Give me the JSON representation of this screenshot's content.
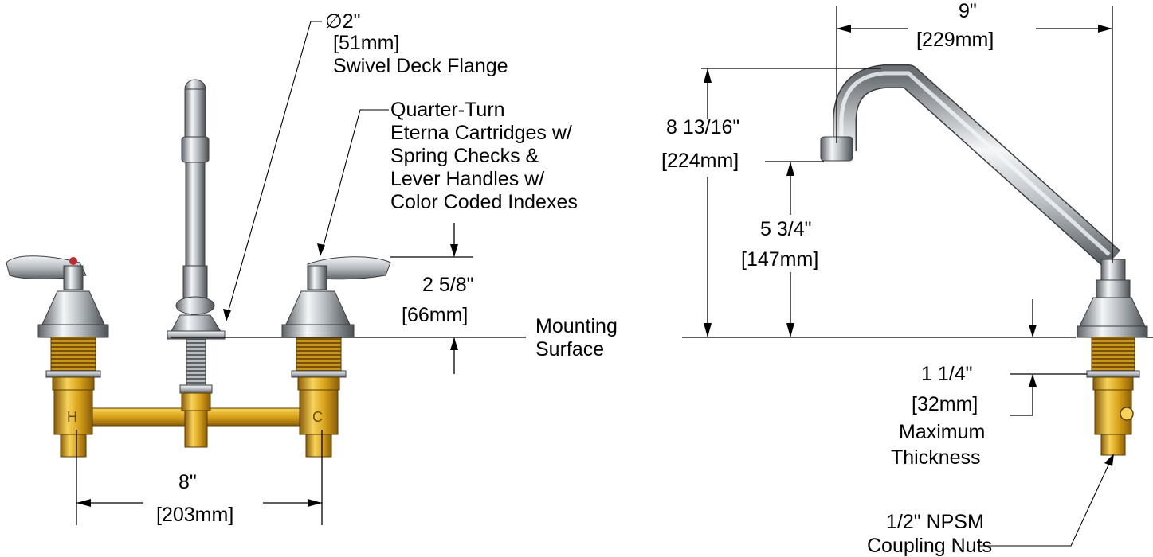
{
  "flange": {
    "diameter": "∅2\"",
    "metric": "[51mm]",
    "name": "Swivel Deck Flange"
  },
  "cartridges": {
    "line1": "Quarter-Turn",
    "line2": "Eterna Cartridges w/",
    "line3": "Spring Checks &",
    "line4": "Lever Handles w/",
    "line5": "Color Coded Indexes"
  },
  "handle_height": {
    "imperial": "2 5/8\"",
    "metric": "66mm"
  },
  "mounting_surface": {
    "line1": "Mounting",
    "line2": "Surface"
  },
  "center_spread": {
    "imperial": "8\"",
    "metric": "203mm"
  },
  "spout_reach": {
    "imperial": "9\"",
    "metric": "229mm"
  },
  "spout_height": {
    "imperial": "8 13/16\"",
    "metric": "[224mm]"
  },
  "spout_clearance": {
    "imperial": "5 3/4\"",
    "metric": "147mm"
  },
  "max_thickness": {
    "imperial": "1 1/4\"",
    "metric": "[32mm]",
    "line1": "Maximum",
    "line2": "Thickness"
  },
  "coupling_nuts": {
    "line1": "1/2\" NPSM",
    "line2": "Coupling Nuts"
  },
  "handle_marks": {
    "hot": "H",
    "cold": "C"
  },
  "colors": {
    "chrome_light": "#f4f6f8",
    "chrome_mid": "#b8bdc2",
    "chrome_dark": "#5d6267",
    "brass_light": "#f6d35a",
    "brass_mid": "#d8a21a",
    "brass_dark": "#8a5c08",
    "hot_index": "#c0282d",
    "line": "#000000"
  }
}
